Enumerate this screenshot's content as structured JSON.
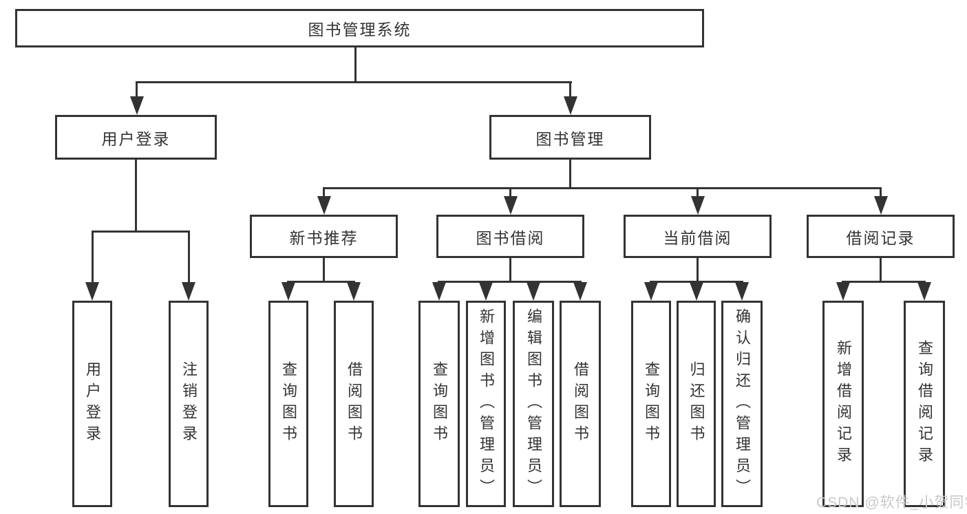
{
  "tree": {
    "label": "图书管理系统",
    "children": [
      {
        "label": "用户登录",
        "children": [
          {
            "label": "用户登录"
          },
          {
            "label": "注销登录"
          }
        ]
      },
      {
        "label": "图书管理",
        "children": [
          {
            "label": "新书推荐",
            "children": [
              {
                "label": "查询图书"
              },
              {
                "label": "借阅图书"
              }
            ]
          },
          {
            "label": "图书借阅",
            "children": [
              {
                "label": "查询图书"
              },
              {
                "label": "新增图书（管理员）"
              },
              {
                "label": "编辑图书（管理员）"
              },
              {
                "label": "借阅图书"
              }
            ]
          },
          {
            "label": "当前借阅",
            "children": [
              {
                "label": "查询图书"
              },
              {
                "label": "归还图书"
              },
              {
                "label": "确认归还（管理员）"
              }
            ]
          },
          {
            "label": "借阅记录",
            "children": [
              {
                "label": "新增借阅记录"
              },
              {
                "label": "查询借阅记录"
              }
            ]
          }
        ]
      }
    ]
  },
  "watermark": "CSDN @软件_小贺同学",
  "colors": {
    "line": "#333333",
    "box_border": "#333333",
    "text": "#333333",
    "watermark_text": "#c8c8c8",
    "background": "#ffffff"
  }
}
